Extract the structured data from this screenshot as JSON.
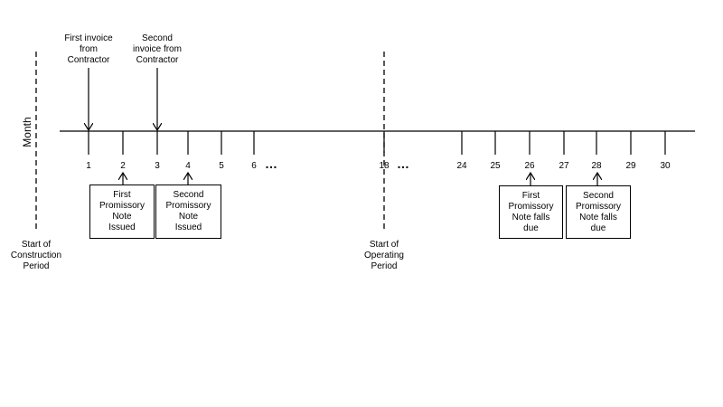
{
  "axis_label": "Month",
  "ticks": [
    {
      "label": "1"
    },
    {
      "label": "2"
    },
    {
      "label": "3"
    },
    {
      "label": "4"
    },
    {
      "label": "5"
    },
    {
      "label": "6"
    },
    {
      "label": "18"
    },
    {
      "label": "24"
    },
    {
      "label": "25"
    },
    {
      "label": "26"
    },
    {
      "label": "27"
    },
    {
      "label": "28"
    },
    {
      "label": "29"
    },
    {
      "label": "30"
    }
  ],
  "ellipses": [
    "…",
    "…"
  ],
  "invoices": [
    {
      "lines": [
        "First invoice",
        "from",
        "Contractor"
      ]
    },
    {
      "lines": [
        "Second",
        "invoice from",
        "Contractor"
      ]
    }
  ],
  "notes": [
    {
      "lines": [
        "First",
        "Promissory",
        "Note",
        "Issued"
      ]
    },
    {
      "lines": [
        "Second",
        "Promissory",
        "Note",
        "Issued"
      ]
    },
    {
      "lines": [
        "First",
        "Promissory",
        "Note falls",
        "due"
      ]
    },
    {
      "lines": [
        "Second",
        "Promissory",
        "Note falls",
        "due"
      ]
    }
  ],
  "periods": [
    {
      "lines": [
        "Start of",
        "Construction",
        "Period"
      ]
    },
    {
      "lines": [
        "Start of",
        "Operating",
        "Period"
      ]
    }
  ]
}
